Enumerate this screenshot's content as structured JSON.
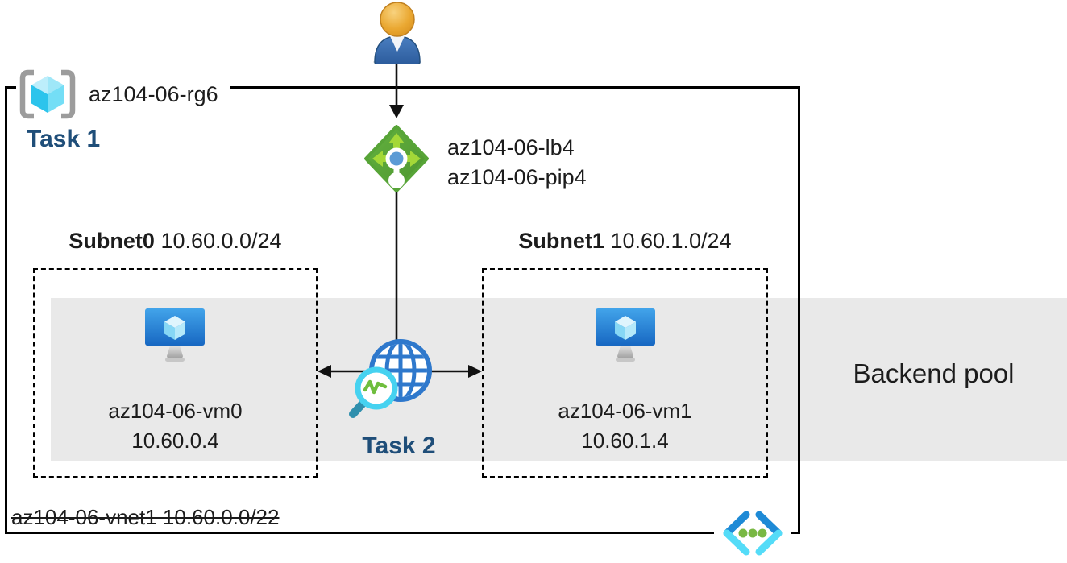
{
  "diagram": {
    "resource_group": {
      "icon": "resource-group-icon",
      "name": "az104-06-rg6",
      "task": "Task 1"
    },
    "user": {
      "icon": "person-icon"
    },
    "load_balancer": {
      "icon": "load-balancer-icon",
      "name": "az104-06-lb4",
      "public_ip": "az104-06-pip4"
    },
    "subnet0": {
      "name": "Subnet0",
      "cidr": "10.60.0.0/24",
      "vm": {
        "icon": "virtual-machine-icon",
        "name": "az104-06-vm0",
        "ip": "10.60.0.4"
      }
    },
    "subnet1": {
      "name": "Subnet1",
      "cidr": "10.60.1.0/24",
      "vm": {
        "icon": "virtual-machine-icon",
        "name": "az104-06-vm1",
        "ip": "10.60.1.4"
      }
    },
    "monitoring": {
      "icon": "network-watcher-icon",
      "task": "Task 2"
    },
    "backend_pool": {
      "label": "Backend pool"
    },
    "vnet": {
      "icon": "virtual-network-icon",
      "label": "az104-06-vnet1 10.60.0.0/22",
      "strikethrough": true
    },
    "colors": {
      "task_text": "#1f4e79",
      "backend_band": "#e9e9e9",
      "box_border": "#000000",
      "lb_green": "#57a437",
      "lb_arrow_green": "#a4d838",
      "lb_dot_blue": "#5b9bd5",
      "vm_blue_top": "#42a4ea",
      "vm_blue_bottom": "#1767c2",
      "globe_blue": "#2e78cc",
      "magnifier_cyan": "#46d2f0",
      "pulse_green": "#6fbe3e",
      "vnet_dark_blue": "#1e8ad6",
      "vnet_cyan": "#54dcf8",
      "vnet_dot_green": "#79b843",
      "rg_bracket_gray": "#9c9c9c",
      "cube_cyan": "#2cc4ec"
    }
  }
}
